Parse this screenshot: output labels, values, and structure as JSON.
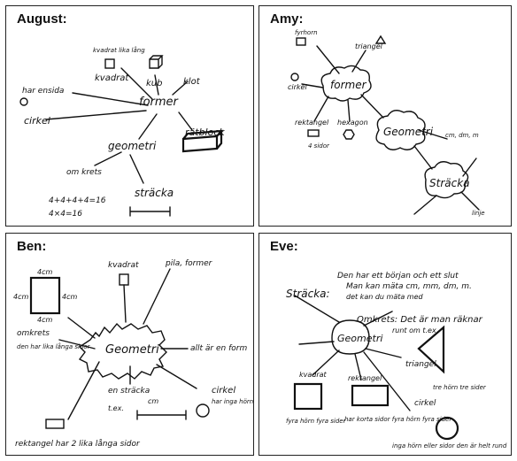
{
  "panels": {
    "august": {
      "title": "August:",
      "words": {
        "former": "former",
        "kvadrat": "kvadrat",
        "kub": "kub",
        "klot": "klot",
        "rätblock": "rätblock",
        "cirkel": "cirkel",
        "geometri": "geometri",
        "omkrets": "om krets",
        "sträcka": "sträcka",
        "eq1": "4+4+4+4=16",
        "eq2": "4×4=16",
        "small1": "har ensida",
        "small2": "kvadrat lika lång"
      }
    },
    "amy": {
      "title": "Amy:",
      "words": {
        "former": "former",
        "geometri": "Geometri",
        "stracka": "Sträcka",
        "triangel": "triangel",
        "cirkel": "cirkel",
        "rektangel": "rektangel",
        "hexagon": "hexagon",
        "fyrhorn": "fyrhorn",
        "fyrkant": "4 sidor",
        "cm": "cm, dm, m",
        "linje": "linje"
      }
    },
    "ben": {
      "title": "Ben:",
      "words": {
        "geometri": "Geometri",
        "kvadrat": "kvadrat",
        "cm4a": "4cm",
        "cm4b": "4cm",
        "cm4c": "4cm",
        "cm4d": "4cm",
        "omkrets": "omkrets",
        "likasidor": "den har lika långa sidor",
        "stracka": "en sträcka",
        "cm": "cm",
        "ex": "t.ex.",
        "cirkel": "cirkel",
        "cirkeltext": "har inga hörn eller sidor",
        "pilar": "pila, former",
        "allt": "allt är en form",
        "rektangel": "rektangel har 2 lika långa sidor"
      }
    },
    "eve": {
      "title": "Eve:",
      "words": {
        "stracka": "Sträcka:",
        "strackatext": "Den har ett början och ett slut",
        "strackatext2": "Man kan mäta cm, mm, dm, m.",
        "strackatext3": "det kan du mäta med",
        "omkrets": "Omkrets: Det är man räknar",
        "omkrets2": "runt om t.ex.",
        "geometri": "Geometri",
        "kvadrat": "kvadrat",
        "rektangel": "rektangel",
        "triangel": "triangel",
        "cirkel": "cirkel",
        "kvadrattext": "fyra hörn fyra sider",
        "rektangeltext": "har korta sidor fyra hörn fyra sider",
        "cirkeltext": "inga hörn eller sidor den är helt rund",
        "triangeltext": "tre hörn tre sider"
      }
    }
  }
}
